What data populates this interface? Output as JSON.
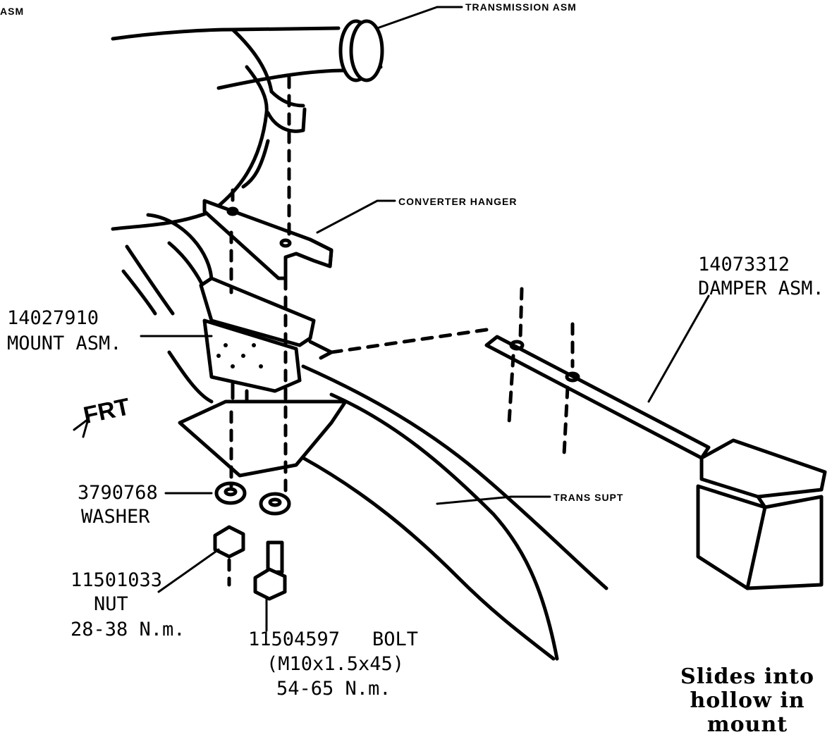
{
  "labels": {
    "corner": "ASM",
    "transmission": "TRANSMISSION ASM",
    "converter_hanger": "CONVERTER HANGER",
    "damper_part": "14073312",
    "damper_name": "DAMPER ASM.",
    "mount_part": "14027910",
    "mount_name": "MOUNT ASM.",
    "front": "FRT",
    "washer_part": "3790768",
    "washer_name": "WASHER",
    "trans_support": "TRANS SUPT",
    "nut_part": "11501033",
    "nut_name": "NUT",
    "nut_torque": "28-38 N.m.",
    "bolt_part": "11504597",
    "bolt_name": "BOLT",
    "bolt_size": "(M10x1.5x45)",
    "bolt_torque": "54-65 N.m."
  },
  "note": {
    "line1": "Slides into",
    "line2": "hollow in",
    "line3": "mount"
  }
}
